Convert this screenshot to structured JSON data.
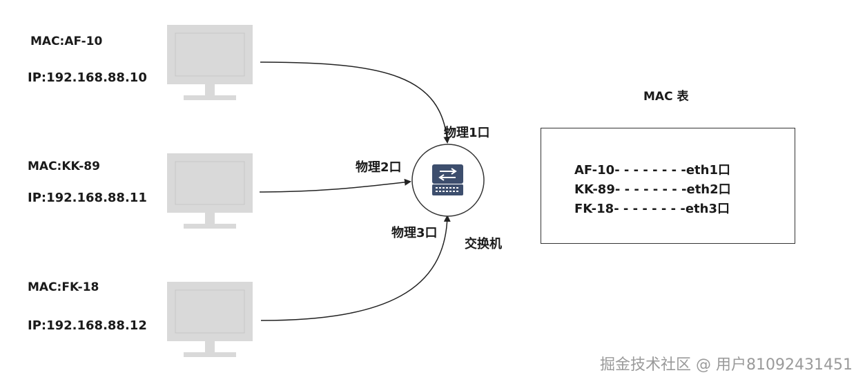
{
  "hosts": [
    {
      "mac": "MAC:AF-10",
      "ip": "IP:192.168.88.10"
    },
    {
      "mac": "MAC:KK-89",
      "ip": "IP:192.168.88.11"
    },
    {
      "mac": "MAC:FK-18",
      "ip": "IP:192.168.88.12"
    }
  ],
  "ports": [
    "物理1口",
    "物理2口",
    "物理3口"
  ],
  "switch_label": "交换机",
  "mac_table": {
    "title": "MAC 表",
    "rows": [
      "AF-10- - - - - - - -eth1口",
      "KK-89- - - - - - - -eth2口",
      "FK-18- - - - - - - -eth3口"
    ]
  },
  "watermark": "掘金技术社区 @ 用户81092431451",
  "colors": {
    "monitor": "#d9d9d9",
    "line": "#222222"
  }
}
